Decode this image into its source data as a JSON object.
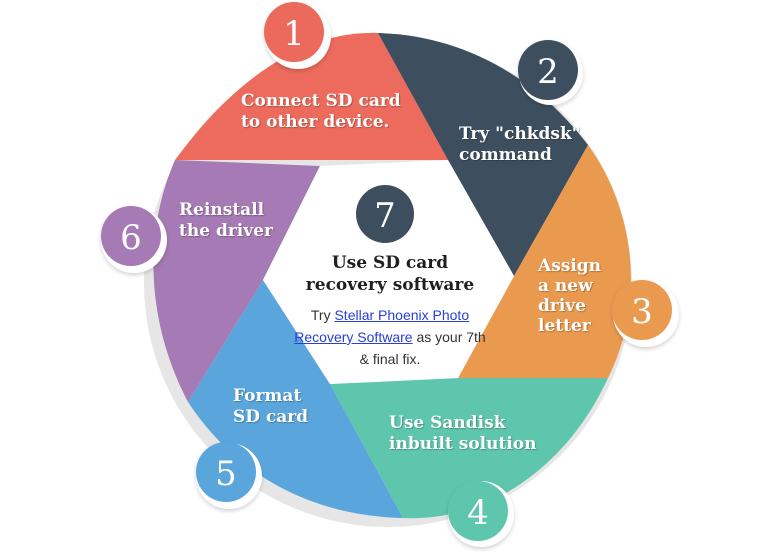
{
  "colors": {
    "step1": "#ec6b5c",
    "step2": "#3d4f5e",
    "step3": "#ea9a4f",
    "step4": "#5fc6ae",
    "step5": "#5aa6dc",
    "step6": "#a67ab4",
    "step7": "#3d4f5e",
    "link": "#2740d6"
  },
  "steps": [
    {
      "number": "1",
      "lines": [
        "Connect SD card",
        "to other device."
      ]
    },
    {
      "number": "2",
      "lines": [
        "Try \"chkdsk\"",
        "command"
      ]
    },
    {
      "number": "3",
      "lines": [
        "Assign",
        "a new",
        "drive",
        "letter"
      ]
    },
    {
      "number": "4",
      "lines": [
        "Use Sandisk",
        "inbuilt solution"
      ]
    },
    {
      "number": "5",
      "lines": [
        "Format",
        "SD card"
      ]
    },
    {
      "number": "6",
      "lines": [
        "Reinstall",
        "the driver"
      ]
    }
  ],
  "center": {
    "number": "7",
    "title_lines": [
      "Use SD card",
      "recovery software"
    ],
    "text_prefix": "Try ",
    "link_text": "Stellar Phoenix Photo Recovery Software",
    "text_suffix": " as your 7th & final fix."
  }
}
